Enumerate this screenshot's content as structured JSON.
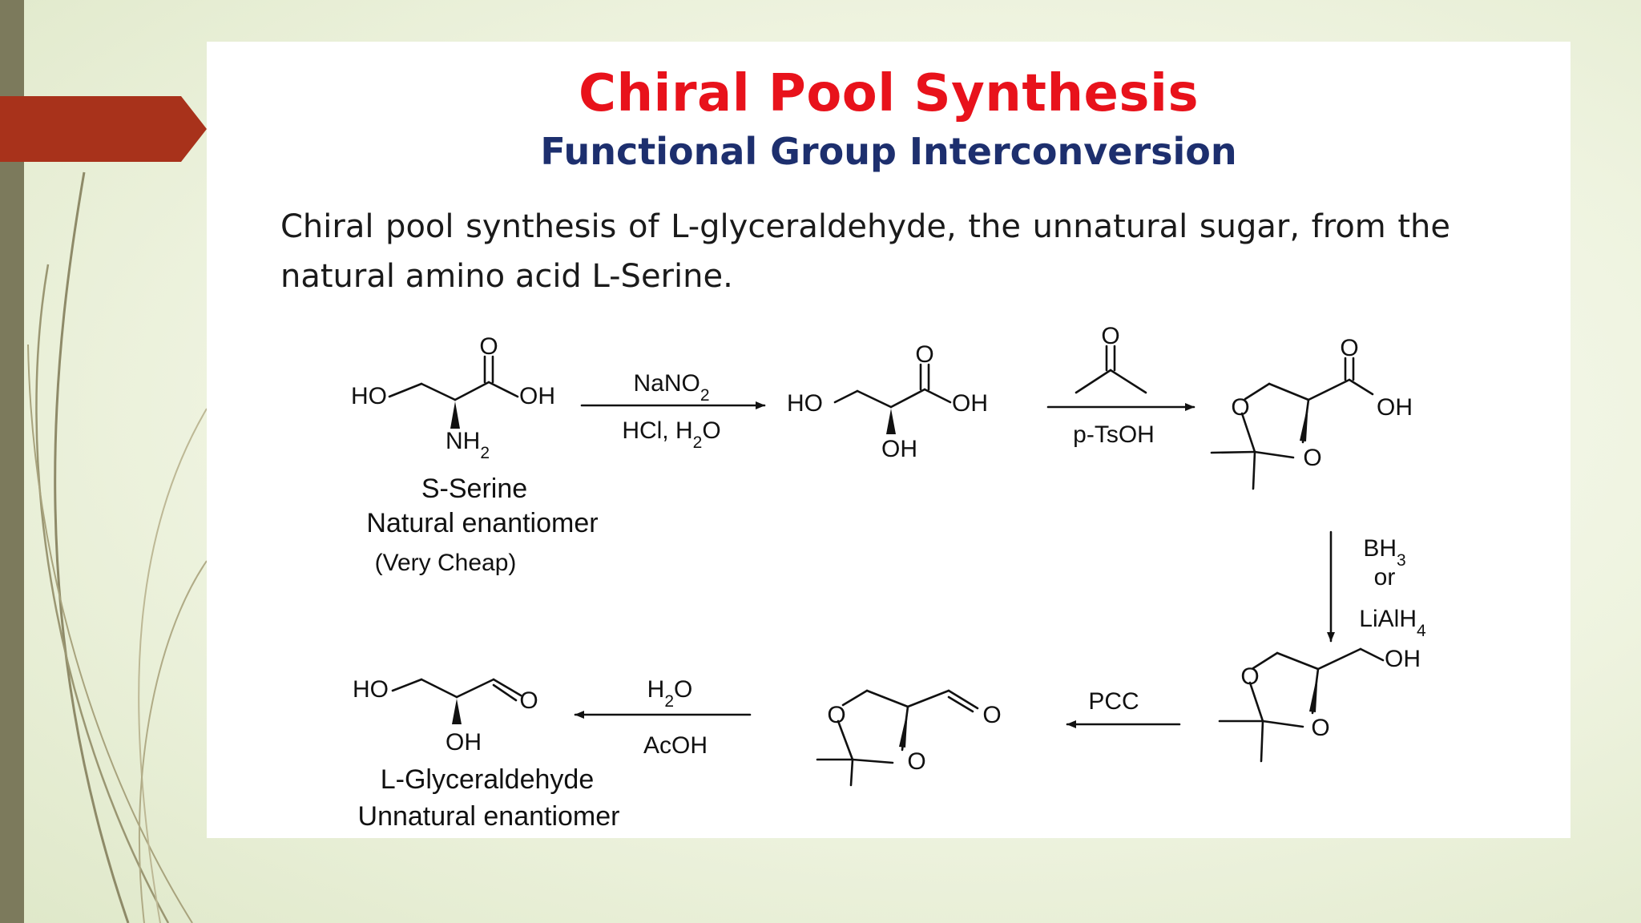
{
  "slide": {
    "title": "Chiral Pool Synthesis",
    "subtitle": "Functional Group Interconversion",
    "description": "Chiral pool synthesis of L-glyceraldehyde, the unnatural sugar, from the natural amino acid  L-Serine."
  },
  "labels": {
    "serine_name": "S-Serine",
    "serine_desc": "Natural enantiomer",
    "serine_cost": "(Very Cheap)",
    "product_name": "L-Glyceraldehyde",
    "product_desc": "Unnatural enantiomer"
  },
  "reagents": {
    "step1_top": "NaNO2",
    "step1_bottom": "HCl, H2O",
    "step2_bottom": "p-TsOH",
    "step3_line1": "BH3",
    "step3_line2": "or",
    "step3_line3": "LiAlH4",
    "step4": "PCC",
    "step5_top": "H2O",
    "step5_bottom": "AcOH"
  },
  "atoms": {
    "HO": "HO",
    "OH": "OH",
    "O": "O",
    "NH2": "NH2"
  },
  "colors": {
    "title": "#e8121b",
    "subtitle": "#1d2f6e",
    "accent_tab": "#a8321b",
    "left_bar": "#7c7a5c"
  }
}
